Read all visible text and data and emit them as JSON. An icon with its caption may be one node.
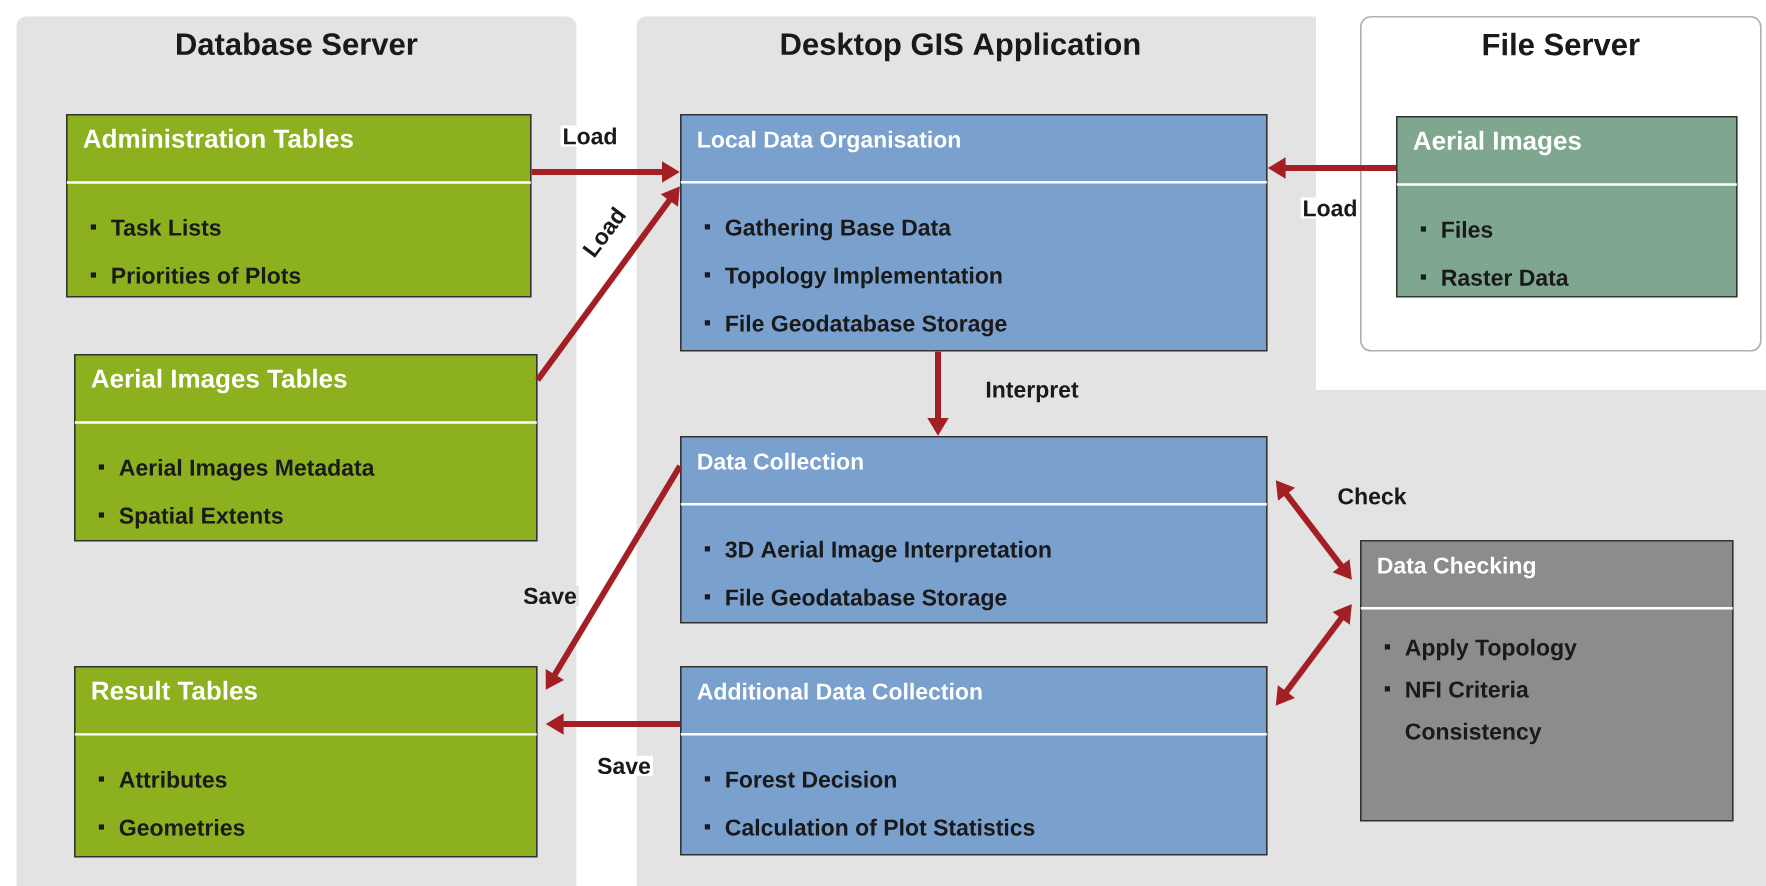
{
  "diagram": {
    "nodes": [
      {
        "text": [
          "Database Server"
        ]
      },
      {
        "text": [
          "Desktop GIS Application"
        ]
      },
      {
        "text": [
          "File Server"
        ],
        "in": 1
      },
      {
        "text": [
          "Administration Tables",
          "Task Lists",
          "Priorities of Plots"
        ],
        "in": 0
      },
      {
        "text": [
          "Aerial Images Tables",
          "Aerial Images Metadata",
          "Spatial Extents"
        ],
        "in": 0
      },
      {
        "text": [
          "Result Tables",
          "Attributes",
          "Geometries"
        ],
        "in": 0
      },
      {
        "text": [
          "Local Data Organisation",
          "Gathering Base Data",
          "Topology Implementation",
          "File Geodatabase Storage"
        ],
        "in": 1
      },
      {
        "text": [
          "Data Collection",
          "3D Aerial Image Interpretation",
          "File Geodatabase Storage"
        ],
        "in": 1
      },
      {
        "text": [
          "Additional Data Collection",
          "Forest Decision",
          "Calculation of Plot Statistics"
        ],
        "in": 1
      },
      {
        "text": [
          "Data Checking",
          "Apply Topology",
          "NFI Criteria Consistency"
        ],
        "in": 1
      },
      {
        "text": [
          "Aerial Images",
          "Files",
          "Raster Data"
        ],
        "in": 2
      }
    ],
    "edges": [
      {
        "from": 3,
        "to": 6,
        "arrow": "to",
        "label": "Load"
      },
      {
        "from": 4,
        "to": 6,
        "arrow": "to",
        "label": "Load"
      },
      {
        "from": 10,
        "to": 6,
        "arrow": "to",
        "label": "Load"
      },
      {
        "from": 6,
        "to": 7,
        "arrow": "to",
        "label": "Interpret"
      },
      {
        "from": 7,
        "to": 5,
        "arrow": "to",
        "label": "Save"
      },
      {
        "from": 8,
        "to": 5,
        "arrow": "to",
        "label": "Save"
      },
      {
        "from": 7,
        "to": 9,
        "arrow": "both",
        "label": "Check"
      },
      {
        "from": 8,
        "to": 9,
        "arrow": "both"
      }
    ]
  }
}
